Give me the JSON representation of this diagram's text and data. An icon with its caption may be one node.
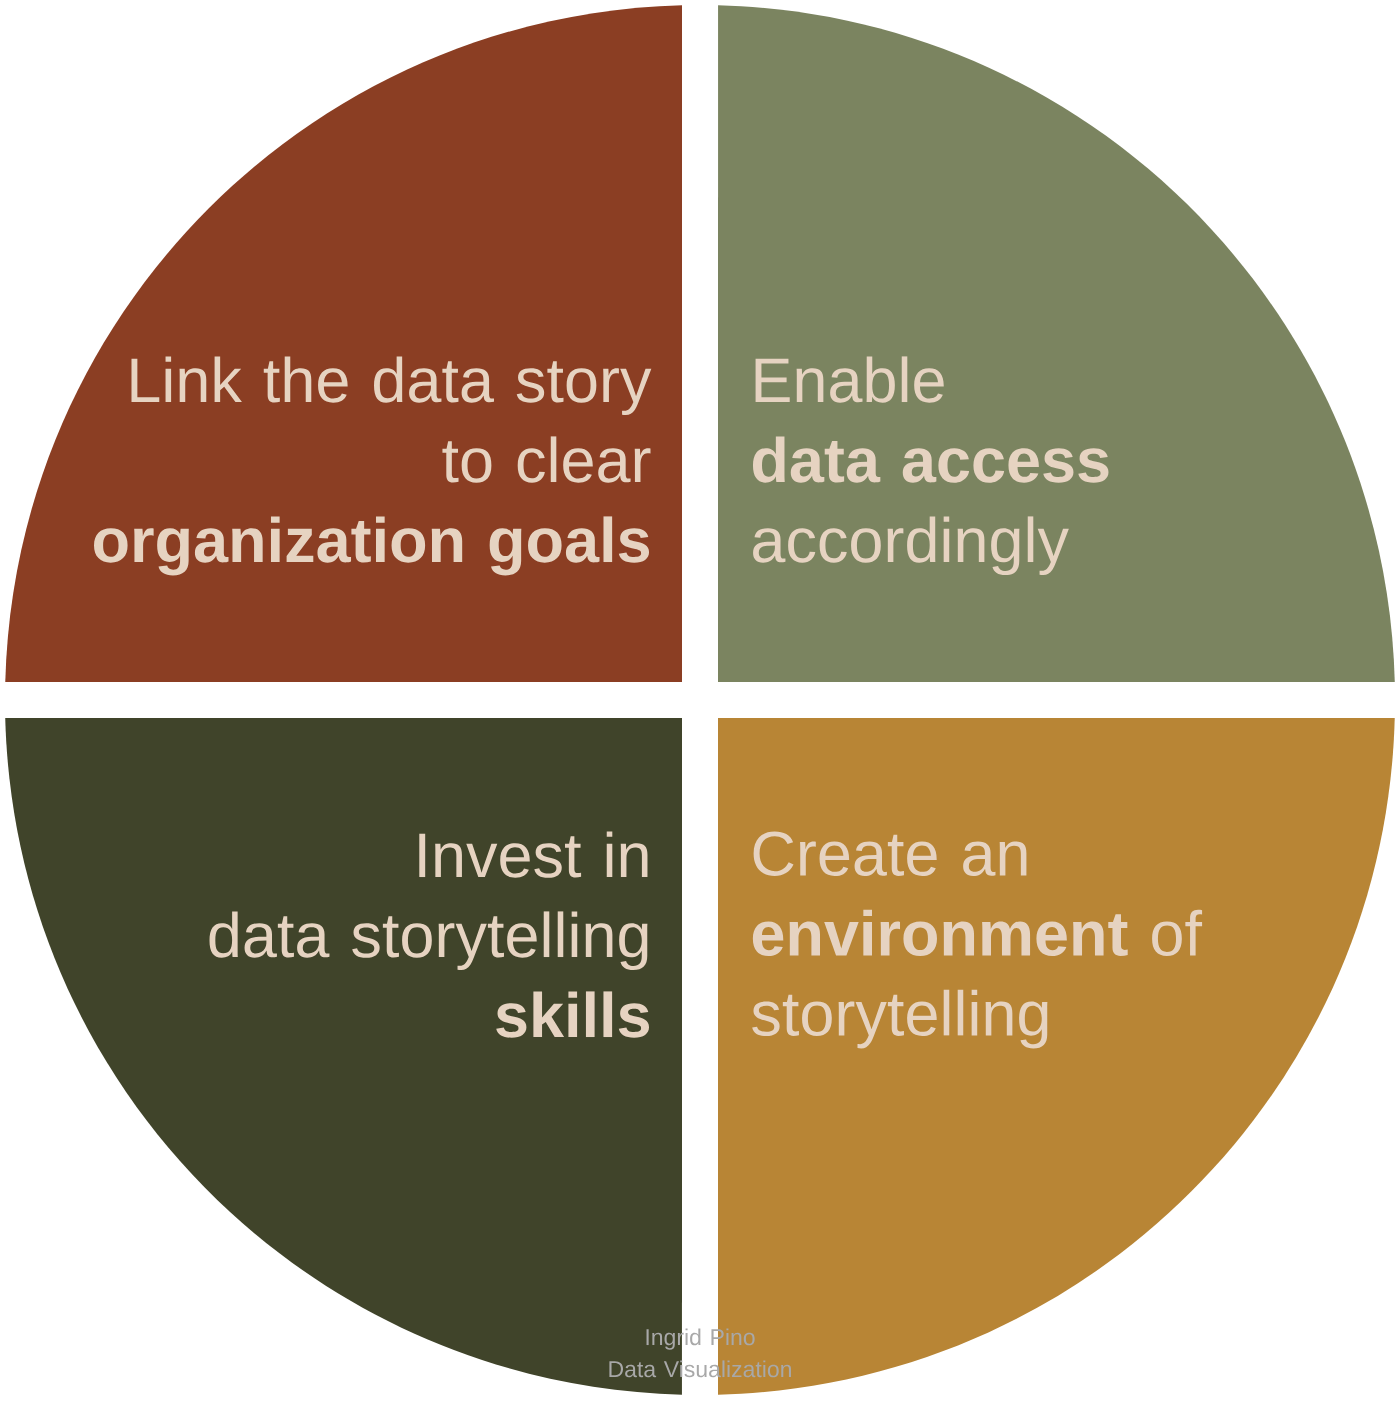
{
  "diagram": {
    "nodes": [
      {
        "text": [
          "Link the data story to clear **organization goals**"
        ]
      },
      {
        "text": [
          "Enable **data access** accordingly"
        ]
      },
      {
        "text": [
          "Invest in data storytelling **skills**"
        ]
      },
      {
        "text": [
          "Create an **environment** of storytelling"
        ]
      }
    ],
    "labels": [
      "Ingrid Pino Data Visualization"
    ]
  }
}
